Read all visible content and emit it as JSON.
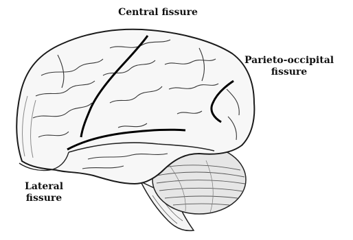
{
  "labels": {
    "central_fissure": "Central fissure",
    "parieto_occipital_line1": "Parieto-occipital",
    "parieto_occipital_line2": "fissure",
    "lateral_line1": "Lateral",
    "lateral_line2": "fissure"
  },
  "colors": {
    "ink": "#111111",
    "background": "#ffffff",
    "shade": "#9a9a9a"
  }
}
